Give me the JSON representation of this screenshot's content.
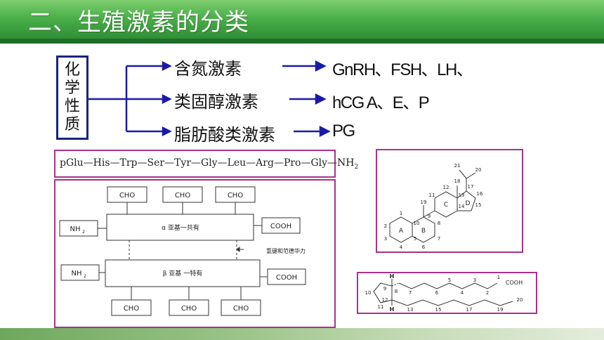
{
  "slide": {
    "title": "二、生殖激素的分类",
    "classification": {
      "chars": [
        "化",
        "学",
        "性",
        "质"
      ],
      "categories": [
        {
          "label": "含氮激素",
          "examples": "GnRH、FSH、LH、"
        },
        {
          "label": "类固醇激素",
          "examples": "hCG A、E、P"
        },
        {
          "label": "脂肪酸类激素",
          "examples": "PG"
        }
      ]
    },
    "peptide": {
      "sequence": "pGlu—His—Trp—Ser—Tyr—Gly—Leu—Arg—Pro—Gly—NH",
      "suffix": "2"
    },
    "glycoprotein": {
      "cho": "CHO",
      "nh2": "NH",
      "nh2_sub": "2",
      "cooh": "COOH",
      "alpha_label": "α 亚基一共有",
      "beta_label": "β 亚基 一特有",
      "bond_label": "氢键和范德华力"
    },
    "steroid": {
      "rings": [
        "A",
        "B",
        "C",
        "D"
      ],
      "numbers": [
        "1",
        "2",
        "3",
        "4",
        "5",
        "6",
        "7",
        "8",
        "9",
        "10",
        "11",
        "12",
        "13",
        "14",
        "15",
        "16",
        "17",
        "18",
        "19",
        "20",
        "21"
      ]
    },
    "prostaglandin": {
      "cooh": "COOH",
      "h": "H",
      "numbers": [
        "1",
        "2",
        "3",
        "4",
        "5",
        "6",
        "7",
        "8",
        "9",
        "10",
        "11",
        "12",
        "13",
        "15",
        "17",
        "19",
        "20"
      ]
    }
  }
}
